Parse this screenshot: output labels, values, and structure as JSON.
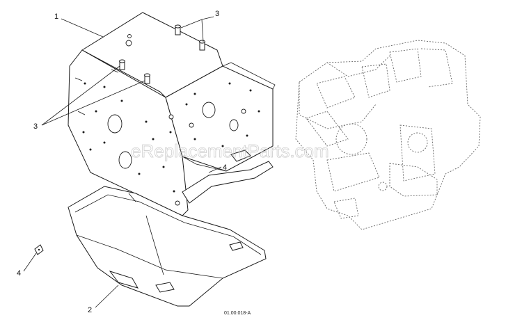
{
  "callouts": {
    "c1": "1",
    "c2": "2",
    "c3a": "3",
    "c3b": "3",
    "c4a": "4",
    "c4b": "4"
  },
  "drawing_code": "01.00.018-A",
  "watermark": "eReplacementParts.com"
}
